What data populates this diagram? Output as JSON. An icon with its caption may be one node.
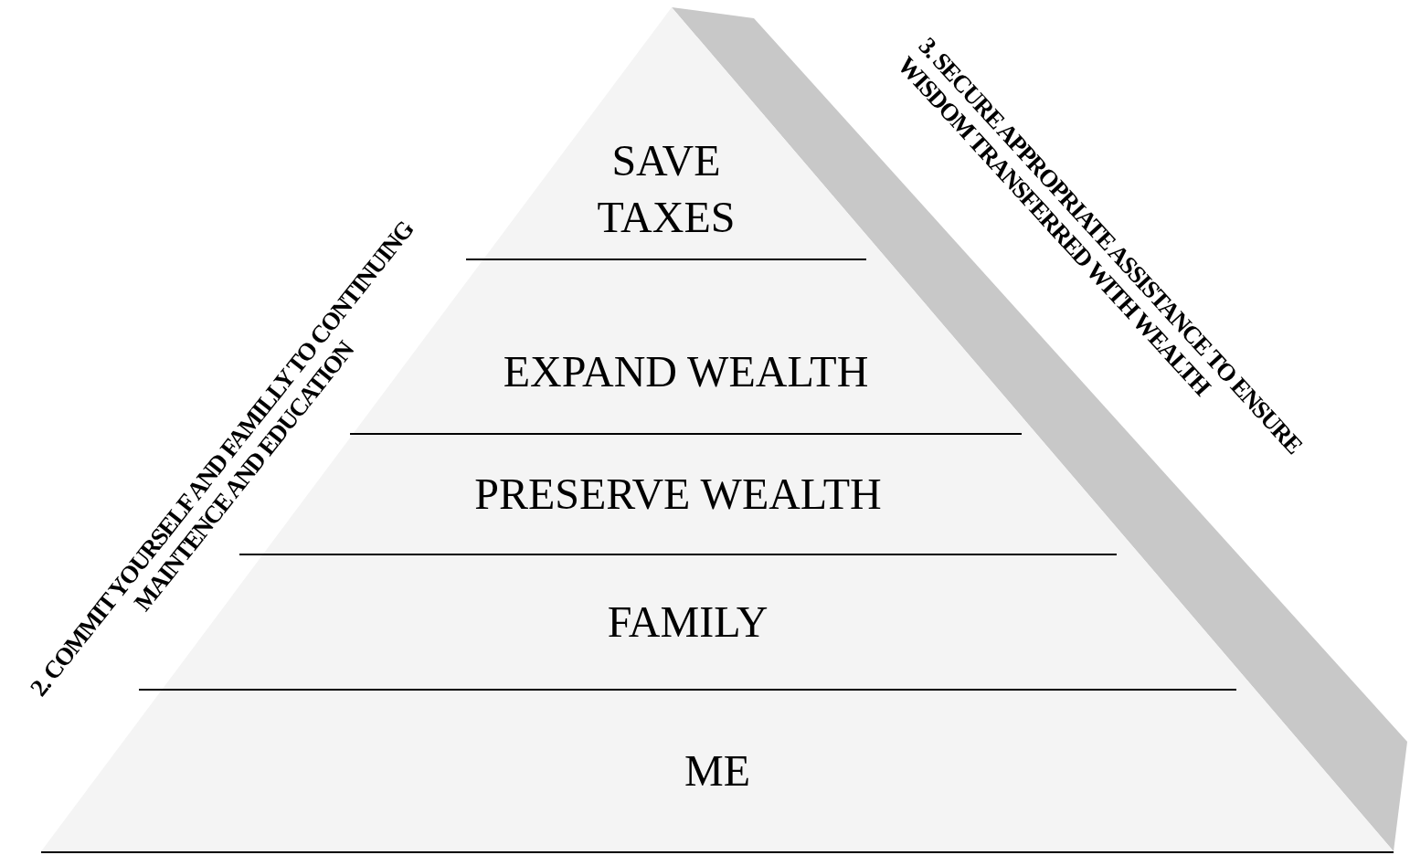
{
  "diagram": {
    "nodes": [
      {
        "text": [
          "SAVE TAXES"
        ]
      },
      {
        "text": [
          "EXPAND WEALTH"
        ]
      },
      {
        "text": [
          "PRESERVE WEALTH"
        ]
      },
      {
        "text": [
          "FAMILY"
        ]
      },
      {
        "text": [
          "ME"
        ]
      }
    ],
    "labels": [
      "2. COMMIT YOURSELF AND FAMILLY TO CONTINUING MAINTENCE AND EDUCATION",
      "3. SECURE APPROPRIATE ASSISTANCE TO ENSURE WISDOM TRANSFERRED WITH WEALTH"
    ]
  }
}
